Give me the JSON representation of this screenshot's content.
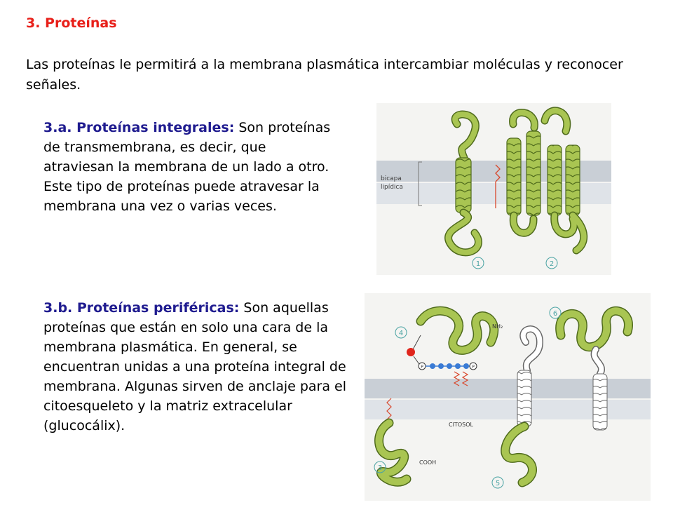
{
  "section_title": "3. Proteínas",
  "intro": "Las proteínas le permitirá a la membrana plasmática intercambiar moléculas y reconocer señales.",
  "integral": {
    "heading": "3.a. Proteínas integrales:",
    "text": " Son proteínas de transmembrana, es decir, que atraviesan la  membrana de un lado a otro.",
    "text2": "Este tipo de proteínas puede atravesar la membrana una vez o varias veces."
  },
  "peripheral": {
    "heading": "3.b. Proteínas periféricas:",
    "text": " Son aquellas proteínas que están en solo una cara de la membrana plasmática. En general, se encuentran unidas a una proteína integral de membrana. Algunas sirven de anclaje para el citoesqueleto y la matriz extracelular (glucocálix)."
  },
  "figure1": {
    "label_line1": "bicapa",
    "label_line2": "lipídica",
    "marker1": "1",
    "marker2": "2"
  },
  "figure2": {
    "label_nh2": "NH₂",
    "label_p": "P",
    "label_citosol": "CITOSOL",
    "label_cooh": "COOH",
    "marker3": "3",
    "marker4": "4",
    "marker5": "5",
    "marker6": "6"
  },
  "colors": {
    "title": "#e8201a",
    "heading": "#1f1b8f",
    "protein_green": "#a9c552",
    "protein_outline": "#4f6b1c",
    "membrane": "#c9cfd6",
    "chain_blue": "#3a7bd5",
    "anchor_red": "#e0251c",
    "lipid_tail": "#d9472b"
  }
}
